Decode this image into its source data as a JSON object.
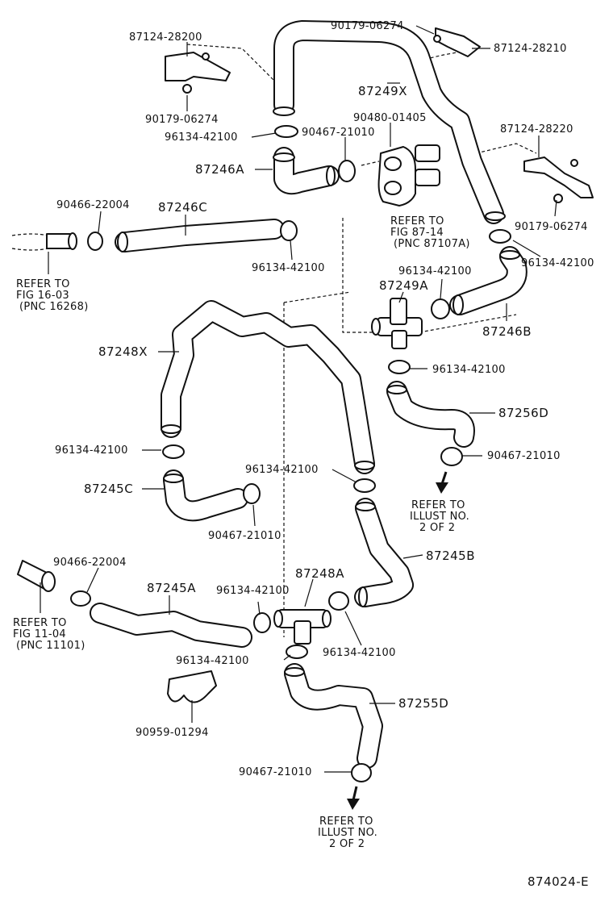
{
  "diagram": {
    "figure_code": "874024-E",
    "labels": {
      "p87124_28200": "87124-28200",
      "p90179_06274_a": "90179-06274",
      "p90179_06274_b": "90179-06274",
      "p87124_28210": "87124-28210",
      "p87249X": "87249X",
      "p90480_01405": "90480-01405",
      "p96134_a": "96134-42100",
      "p90467_a": "90467-21010",
      "p87124_28220": "87124-28220",
      "p87246A": "87246A",
      "p90466_a": "90466-22004",
      "p87246C": "87246C",
      "p90179_06274_c": "90179-06274",
      "p96134_b": "96134-42100",
      "p96134_c": "96134-42100",
      "p96134_d": "96134-42100",
      "p87249A": "87249A",
      "p87246B": "87246B",
      "p87248X": "87248X",
      "p96134_e": "96134-42100",
      "p87256D": "87256D",
      "p96134_f": "96134-42100",
      "p90467_b": "90467-21010",
      "p96134_g": "96134-42100",
      "p87245C": "87245C",
      "p90467_c": "90467-21010",
      "p90466_b": "90466-22004",
      "p87248A": "87248A",
      "p87245B": "87245B",
      "p87245A": "87245A",
      "p96134_h": "96134-42100",
      "p96134_i": "96134-42100",
      "p96134_j": "96134-42100",
      "p87255D": "87255D",
      "p90959_01294": "90959-01294",
      "p90467_d": "90467-21010"
    },
    "refers": {
      "fig87_14": [
        "REFER TO",
        "FIG 87-14",
        "(PNC 87107A)"
      ],
      "fig16_03": [
        "REFER TO",
        "FIG 16-03",
        "(PNC 16268)"
      ],
      "illust_a": [
        "REFER TO",
        "ILLUST NO.",
        "2 OF 2"
      ],
      "fig11_04": [
        "REFER TO",
        "FIG 11-04",
        "(PNC 11101)"
      ],
      "illust_b": [
        "REFER TO",
        "ILLUST NO.",
        "2 OF 2"
      ]
    }
  }
}
